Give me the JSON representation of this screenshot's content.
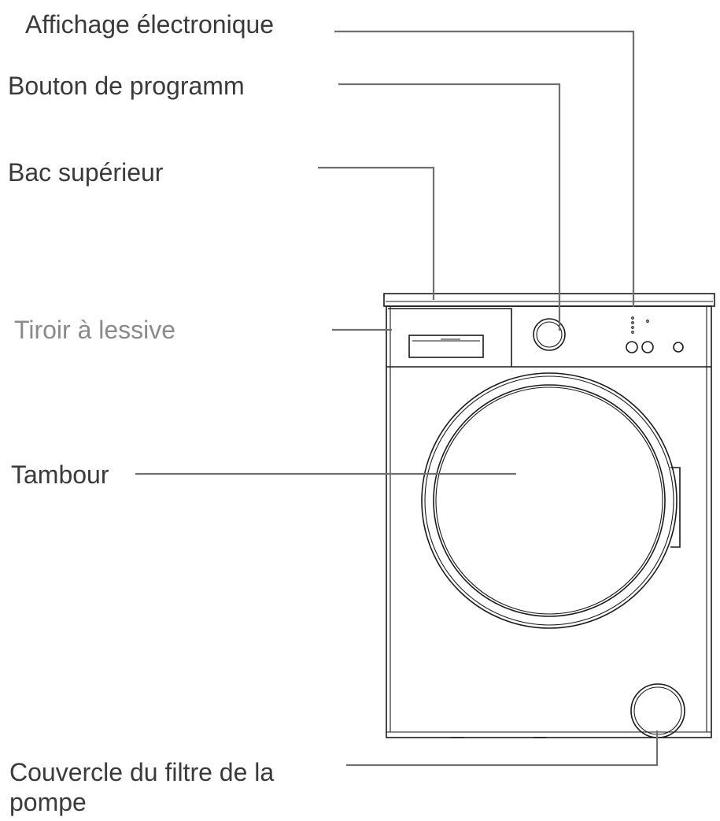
{
  "labels": {
    "display": "Affichage électronique",
    "program_knob": "Bouton de programm",
    "top_cover": "Bac supérieur",
    "detergent_drawer": "Tiroir à lessive",
    "drum": "Tambour",
    "pump_filter_line1": "Couvercle du filtre de la",
    "pump_filter_line2": "pompe"
  },
  "colors": {
    "text": "#3a3a3a",
    "text_muted": "#8a8a8a",
    "leader_line": "#6f6f6f",
    "outline": "#1a1a1a"
  }
}
